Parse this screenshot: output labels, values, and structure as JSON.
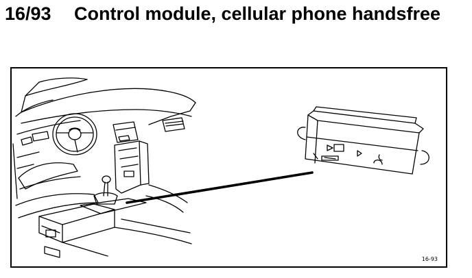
{
  "header": {
    "component_number": "16/93",
    "component_name": "Control module, cellular phone handsfree"
  },
  "figure": {
    "reference_code": "16-93",
    "depicts": "car-interior-and-control-module"
  },
  "colors": {
    "ink": "#000000",
    "paper": "#ffffff"
  }
}
